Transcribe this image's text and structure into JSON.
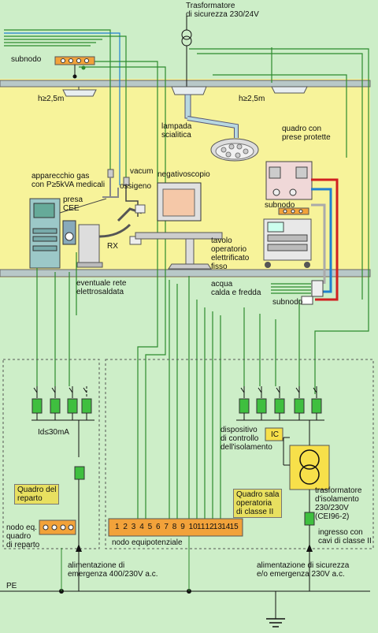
{
  "title": "Trasformatore\ndi sicurezza 230/24V",
  "labels": {
    "subnodo_top": "subnodo",
    "subnodo_bottom": "subnodo",
    "height_left": "h≥2,5m",
    "height_right": "h≥2,5m",
    "lamp": "lampada\nscialitica",
    "panel": "quadro con\nprese protette",
    "vacuum": "vacum",
    "oxygen": "ossigeno",
    "gas_device": "apparecchio gas\ncon P≥5kVA  medicali",
    "cee_socket": "presa\nCEE",
    "rx": "RX",
    "negatoscope": "negativoscopio",
    "table": "tavolo\noperatorio\nelettrificato\nfisso",
    "mesh": "eventuale rete\nelettrosaldata",
    "water": "acqua\ncalda e fredda",
    "id_label": "Id≤30mA",
    "ic": "IC",
    "insulation_device": "dispositivo\ndi controllo\ndell'isolamento",
    "quadro_reparto": "Quadro del\nreparto",
    "quadro_sala": "Quadro sala\noperatoria\ndi classe II",
    "isolation_transformer": "trasformatore\nd'isolamento\n230/230V\n(CEI96-2)",
    "class2_input": "ingresso con\ncavi di classe II",
    "node_ward": "nodo eq.\nquadro\ndi reparto",
    "node_equi": "nodo equipotenziale",
    "supply_left": "alimentazione di\nemergenza 400/230V a.c.",
    "supply_right": "alimentazione di sicurezza\ne/o emergenza 230V a.c.",
    "pe": "PE"
  },
  "node_numbers": [
    "1",
    "2",
    "3",
    "4",
    "5",
    "6",
    "7",
    "8",
    "9",
    "10",
    "11",
    "12",
    "13",
    "14",
    "15"
  ],
  "colors": {
    "background": "#cdeec8",
    "room": "#f7f39a",
    "panel_area": "#cdeec8",
    "wire": "#2d8a2d",
    "wire_dark": "#111111",
    "breaker": "#3fbf3f",
    "node_bar": "#f2a23a",
    "pipe_hot": "#d02020",
    "pipe_cold": "#2080d0",
    "label_box": "#e8e060"
  },
  "icons": [
    "transformer-icon",
    "ground-icon",
    "breaker-icon",
    "lamp-icon",
    "monitor-icon",
    "xray-icon"
  ]
}
